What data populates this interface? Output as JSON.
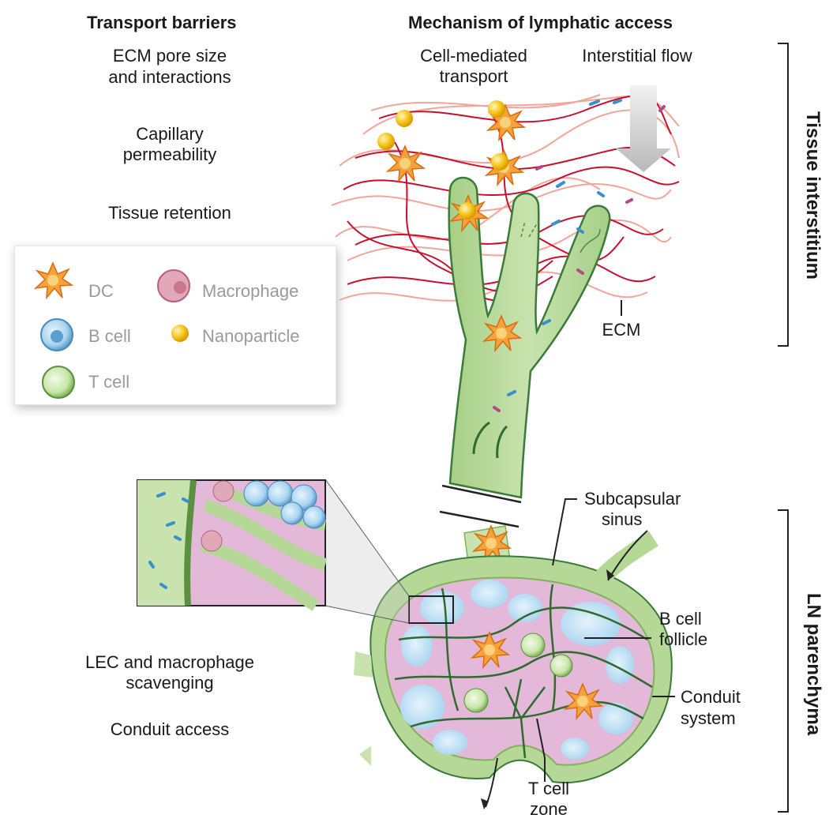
{
  "headers": {
    "left": "Transport barriers",
    "right": "Mechanism of lymphatic access"
  },
  "barriers": {
    "ecm_line1": "ECM pore size",
    "ecm_line2": "and interactions",
    "cap_line1": "Capillary",
    "cap_line2": "permeability",
    "retention": "Tissue retention",
    "lec_line1": "LEC and macrophage",
    "lec_line2": "scavenging",
    "conduit_access": "Conduit access"
  },
  "mechanisms": {
    "cell_line1": "Cell-mediated",
    "cell_line2": "transport",
    "flow": "Interstitial flow"
  },
  "annotations": {
    "ecm": "ECM",
    "sinus_line1": "Subcapsular",
    "sinus_line2": "sinus",
    "follicle_line1": "B cell",
    "follicle_line2": "follicle",
    "conduit_line1": "Conduit",
    "conduit_line2": "system",
    "tzone_line1": "T cell",
    "tzone_line2": "zone"
  },
  "sections": {
    "top": "Tissue interstitium",
    "bottom": "LN parenchyma"
  },
  "legend": {
    "dc": "DC",
    "macrophage": "Macrophage",
    "bcell": "B cell",
    "nanoparticle": "Nanoparticle",
    "tcell": "T cell"
  },
  "colors": {
    "vessel": "#b5d896",
    "vessel_stroke": "#3a7a3a",
    "ecm_red": "#c8102e",
    "ecm_pink": "#f2a59a",
    "dc": "#f6a23a",
    "bcell": "#a8d4f0",
    "tcell": "#c8e6a8",
    "nanoparticle": "#f5c518",
    "follicle_pink": "#e3b8d8",
    "arrow_gray": "#c8c8c8"
  }
}
